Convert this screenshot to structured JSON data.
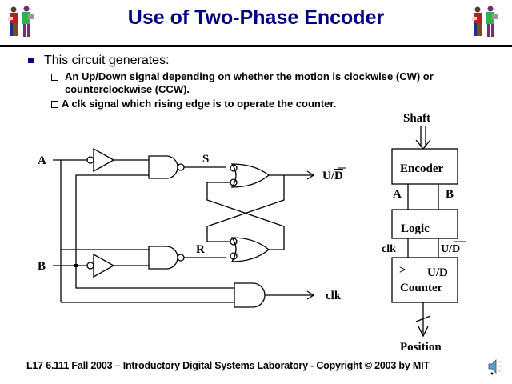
{
  "slide": {
    "title": "Use of Two-Phase Encoder",
    "logo_icon": "mit-scribes-icon",
    "bullet": "This circuit generates:",
    "sub_bullets": [
      "An Up/Down signal depending on whether the motion is clockwise (CW) or counterclockwise (CCW).",
      "A clk signal which rising edge is to operate the counter."
    ]
  },
  "circuit": {
    "input_a": "A",
    "input_b": "B",
    "label_s": "S",
    "label_r": "R",
    "output_ud_u": "U/",
    "output_ud_d": "D",
    "output_clk": "clk"
  },
  "block_diagram": {
    "shaft": "Shaft",
    "encoder": "Encoder",
    "signal_a": "A",
    "signal_b": "B",
    "logic": "Logic",
    "signal_clk": "clk",
    "signal_ud_u": "U/",
    "signal_ud_d": "D",
    "counter_clk_mark": ">",
    "counter_ud": "U/D",
    "counter": "Counter",
    "position": "Position"
  },
  "footer": {
    "text": "L17  6.111   Fall 2003 – Introductory Digital Systems Laboratory -    Copyright © 2003 by MIT",
    "speaker_icon": "speaker-icon"
  }
}
